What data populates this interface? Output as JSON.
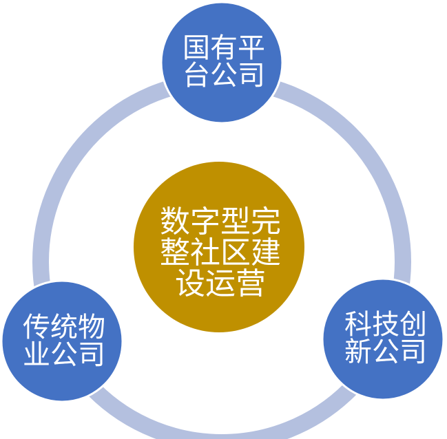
{
  "diagram": {
    "center": {
      "lines": [
        "数字型完",
        "整社区建",
        "设运营"
      ]
    },
    "nodes": [
      {
        "lines": [
          "国有平",
          "台公司"
        ]
      },
      {
        "lines": [
          "传统物",
          "业公司"
        ]
      },
      {
        "lines": [
          "科技创",
          "新公司"
        ]
      }
    ]
  },
  "colors": {
    "ring": "#b4c0df",
    "node_fill": "#4472c4",
    "node_border": "#ffffff",
    "center_fill": "#bf9000",
    "text": "#ffffff"
  }
}
